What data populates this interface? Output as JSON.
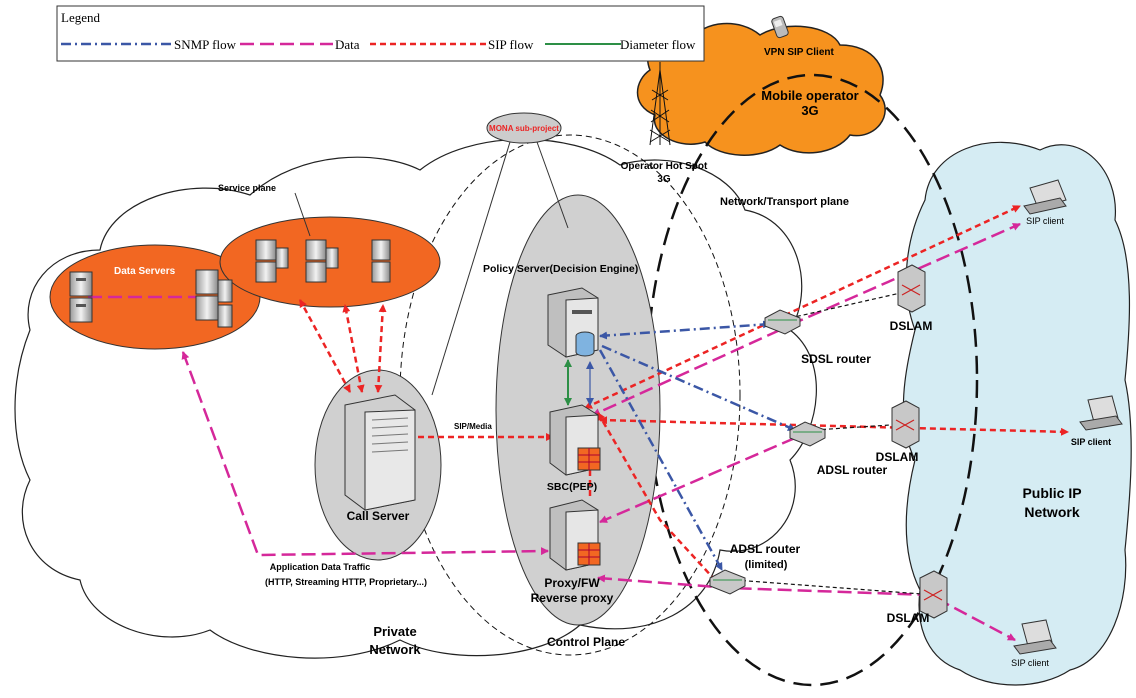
{
  "legend": {
    "title": "Legend",
    "items": [
      {
        "label": "SNMP flow",
        "color": "#3b57a6",
        "style": "dash-dot"
      },
      {
        "label": "Data",
        "color": "#d5289a",
        "style": "long-dash"
      },
      {
        "label": "SIP flow",
        "color": "#ec2424",
        "style": "dash"
      },
      {
        "label": "Diameter flow",
        "color": "#2d8f46",
        "style": "solid"
      }
    ]
  },
  "colors": {
    "private_cloud_fill": "#ffffff",
    "public_cloud_fill": "#d5ecf3",
    "mobile_cloud_fill": "#f6921e",
    "orange_ellipse_fill": "#f26722",
    "grey_ellipse_fill": "#d0d0d0"
  },
  "labels": {
    "vpn_sip_client": "VPN SIP Client",
    "mobile_operator_line1": "Mobile operator",
    "mobile_operator_line2": "3G",
    "mona": "MONA sub-project",
    "hotspot_line1": "Operator Hot Spot",
    "hotspot_line2": "3G",
    "transport_plane": "Network/Transport plane",
    "service_plane": "Service plane",
    "data_servers": "Data Servers",
    "policy_server": "Policy Server(Decision Engine)",
    "sip_media": "SIP/Media",
    "call_server": "Call Server",
    "sbc": "SBC(PEP)",
    "proxy_line1": "Proxy/FW",
    "proxy_line2": "Reverse proxy",
    "app_traffic_line1": "Application Data Traffic",
    "app_traffic_line2": "(HTTP, Streaming HTTP, Proprietary...)",
    "private_line1": "Private",
    "private_line2": "Network",
    "control_plane": "Control Plane",
    "sdsl_router": "SDSL router",
    "adsl_router": "ADSL router",
    "adsl_limited_line1": "ADSL router",
    "adsl_limited_line2": "(limited)",
    "dslam_1": "DSLAM",
    "dslam_2": "DSLAM",
    "dslam_3": "DSLAM",
    "sip_client_1": "SIP client",
    "sip_client_2": "SIP client",
    "sip_client_3": "SIP client",
    "public_line1": "Public IP",
    "public_line2": "Network"
  }
}
